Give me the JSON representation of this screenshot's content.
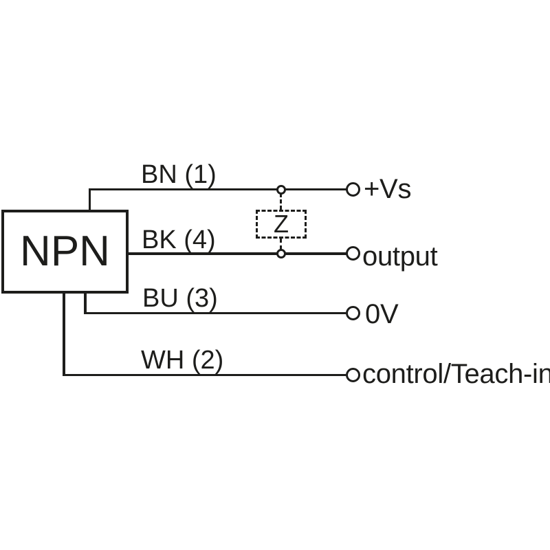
{
  "diagram": {
    "sensor_type": "NPN",
    "load_label": "Z",
    "wires": [
      {
        "label": "BN (1)",
        "terminal": "+Vs"
      },
      {
        "label": "BK (4)",
        "terminal": "output"
      },
      {
        "label": "BU (3)",
        "terminal": "0V"
      },
      {
        "label": "WH (2)",
        "terminal": "control/Teach-in"
      }
    ],
    "colors": {
      "ink": "#1d1d1b",
      "background": "#ffffff"
    }
  }
}
